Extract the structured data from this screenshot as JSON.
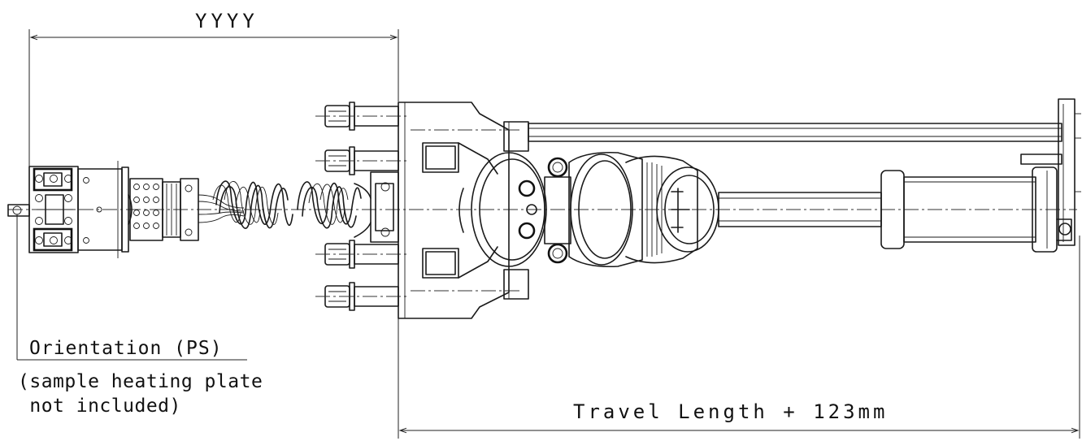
{
  "labels": {
    "dim_top": "YYYY",
    "orientation": "Orientation (PS)",
    "note_line1": "(sample heating plate",
    "note_line2": " not included)",
    "dim_bottom": "Travel Length + 123mm"
  }
}
